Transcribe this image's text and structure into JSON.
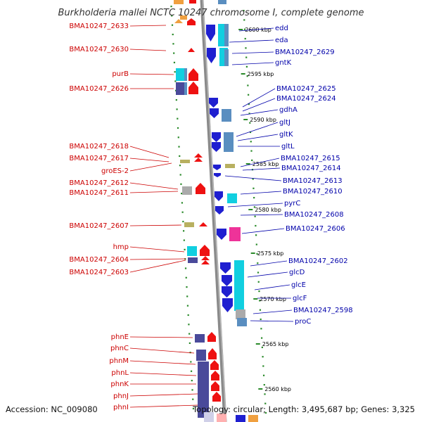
{
  "title": "Burkholderia mallei NCTC 10247 chromosome I, complete genome",
  "accession": "Accession: NC_009080",
  "topology": "Topology: circular; Length: 3,495,687 bp; Genes: 3,325",
  "colors": {
    "left_label": "#cc0000",
    "right_label": "#0000aa",
    "backbone": "#808080"
  },
  "scale_marks": [
    "2600 kbp",
    "2595 kbp",
    "2590 kbp",
    "2585 kbp",
    "2580 kbp",
    "2575 kbp",
    "2570 kbp",
    "2565 kbp",
    "2560 kbp"
  ],
  "left_genes": [
    "BMA10247_2633",
    "BMA10247_2630",
    "purB",
    "BMA10247_2626",
    "BMA10247_2618",
    "BMA10247_2617",
    "groES-2",
    "BMA10247_2612",
    "BMA10247_2611",
    "BMA10247_2607",
    "hmp",
    "BMA10247_2604",
    "BMA10247_2603",
    "phnE",
    "phnC",
    "phnM",
    "phnL",
    "phnK",
    "phnJ",
    "phnI"
  ],
  "right_genes": [
    "edd",
    "eda",
    "BMA10247_2629",
    "gntK",
    "BMA10247_2625",
    "BMA10247_2624",
    "gdhA",
    "gltJ",
    "gltK",
    "gltL",
    "BMA10247_2615",
    "BMA10247_2614",
    "BMA10247_2613",
    "BMA10247_2610",
    "pyrC",
    "BMA10247_2608",
    "BMA10247_2606",
    "BMA10247_2602",
    "glcD",
    "glcE",
    "glcF",
    "BMA10247_2598",
    "proC"
  ]
}
